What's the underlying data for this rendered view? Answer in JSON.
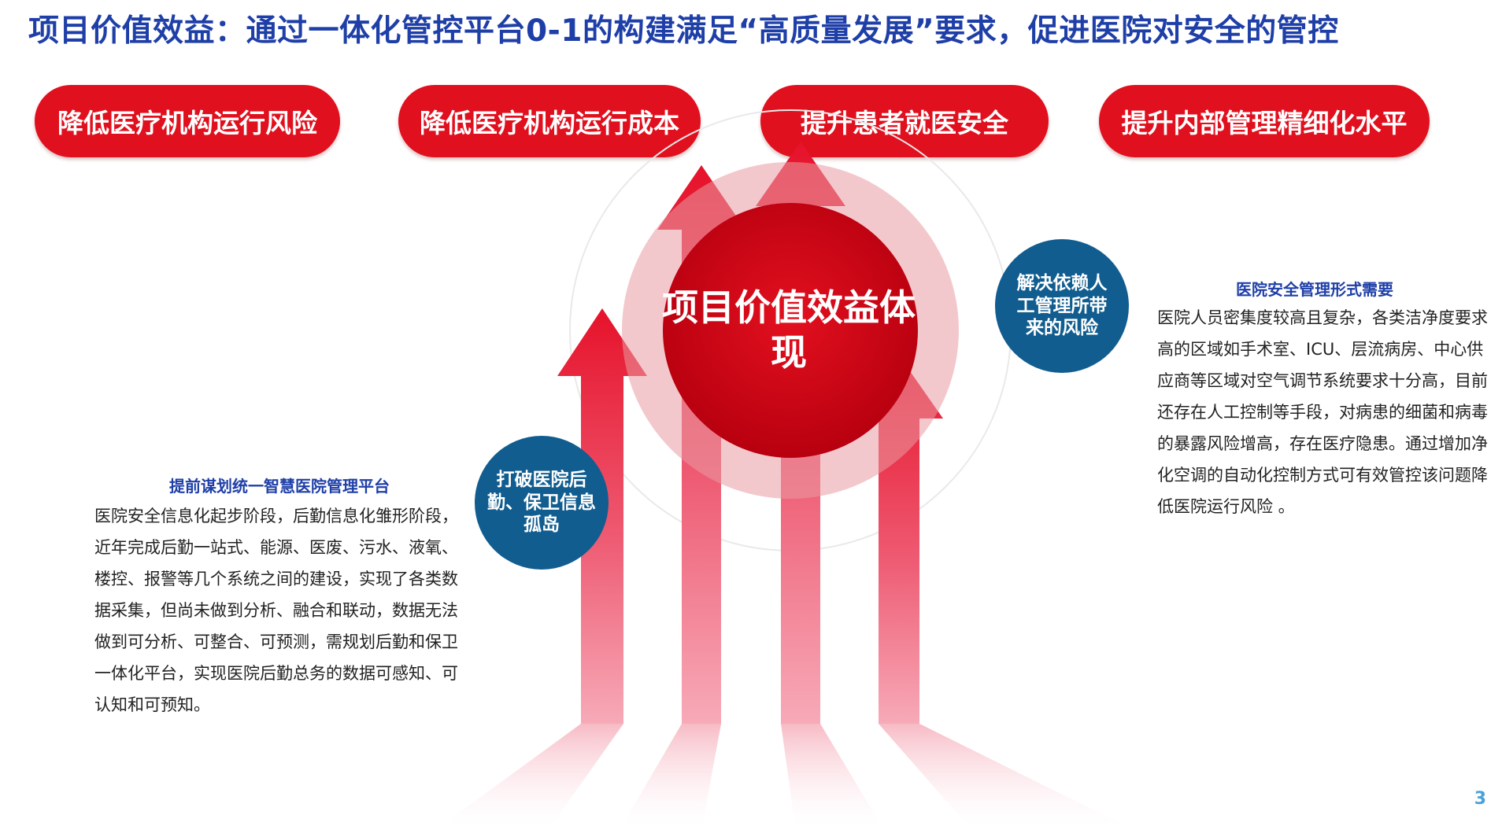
{
  "title": "项目价值效益：通过一体化管控平台0-1的构建满足“高质量发展”要求，促进医院对安全的管控",
  "pills": [
    {
      "label": "降低医疗机构运行风险"
    },
    {
      "label": "降低医疗机构运行成本"
    },
    {
      "label": "提升患者就医安全"
    },
    {
      "label": "提升内部管理精细化水平"
    }
  ],
  "center": {
    "label": "项目价值效益体现"
  },
  "bubbles": {
    "left": "打破医院后勤、保卫信息孤岛",
    "right": "解决依赖人工管理所带来的风险"
  },
  "left_section": {
    "title": "提前谋划统一智慧医院管理平台",
    "body": "医院安全信息化起步阶段，后勤信息化雏形阶段，近年完成后勤一站式、能源、医废、污水、液氧、楼控、报警等几个系统之间的建设，实现了各类数据采集，但尚未做到分析、融合和联动，数据无法做到可分析、可整合、可预测，需规划后勤和保卫一体化平台，实现医院后勤总务的数据可感知、可认知和可预知。"
  },
  "right_section": {
    "title": "医院安全管理形式需要",
    "body": "医院人员密集度较高且复杂，各类洁净度要求高的区域如手术室、ICU、层流病房、中心供应商等区域对空气调节系统要求十分高，目前还存在人工控制等手段，对病患的细菌和病毒的暴露风险增高，存在医疗隐患。通过增加净化空调的自动化控制方式可有效管控该问题降低医院运行风险 。"
  },
  "page_number": "3",
  "colors": {
    "accent_red": "#e0101e",
    "title_blue": "#1f3fa8",
    "bubble_blue": "#115d8f"
  }
}
